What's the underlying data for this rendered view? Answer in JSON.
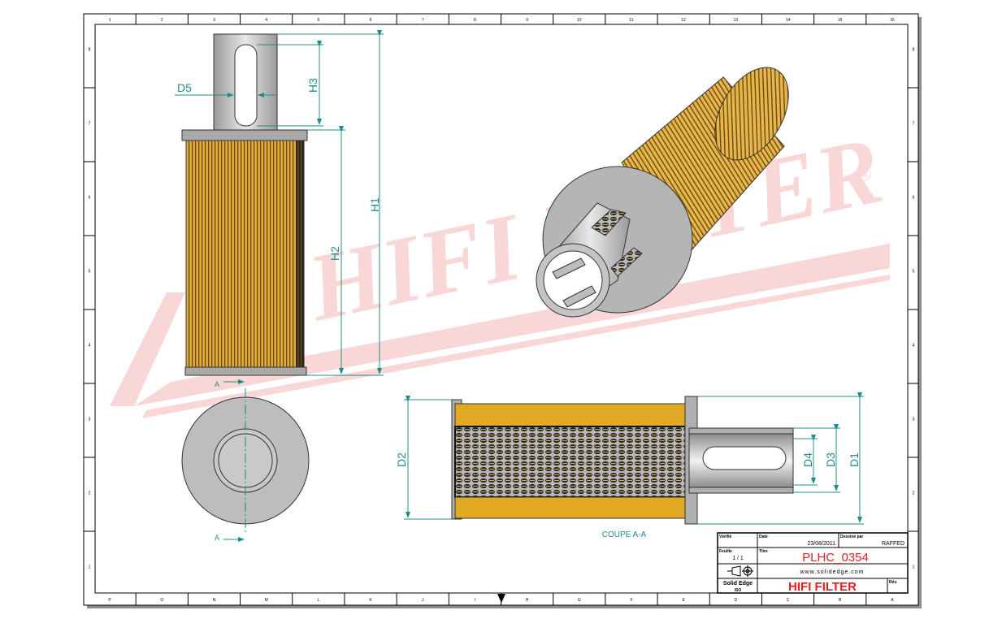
{
  "drawing": {
    "watermark": {
      "brand": "HIFI FILTER",
      "registered": "®"
    },
    "dimensions": {
      "h1": "H1",
      "h2": "H2",
      "h3": "H3",
      "d5": "D5",
      "d1": "D1",
      "d2": "D2",
      "d3": "D3",
      "d4": "D4"
    },
    "section_marker": "A",
    "section_label": "COUPE A-A",
    "zones_top": [
      "1",
      "2",
      "3",
      "4",
      "5",
      "6",
      "7",
      "8",
      "9",
      "10",
      "11",
      "12",
      "13",
      "14",
      "15",
      "16"
    ],
    "zones_bottom": [
      "P",
      "O",
      "N",
      "M",
      "L",
      "K",
      "J",
      "I",
      "H",
      "G",
      "F",
      "E",
      "D",
      "C",
      "B",
      "A"
    ],
    "zones_side": [
      "8",
      "7",
      "6",
      "5",
      "4",
      "3",
      "2",
      "1"
    ]
  },
  "title_block": {
    "verified_label": "Vérifié",
    "date_label": "Date",
    "date_value": "23/08/2011",
    "drawn_by_label": "Dessiné par",
    "drawn_by_value": "RAFFED",
    "sheet_label": "Feuille",
    "sheet_value": "1 / 1",
    "title_label": "Titre",
    "part_number": "PLHC_0354",
    "website": "www.solidedge.com",
    "software": "Solid Edge",
    "standard": "ISO",
    "company": "HIFI FILTER",
    "revision_label": "Rév."
  },
  "colors": {
    "dimension": "#1f8c8c",
    "title_red": "#e02020",
    "pleat": "#d9a53a"
  }
}
